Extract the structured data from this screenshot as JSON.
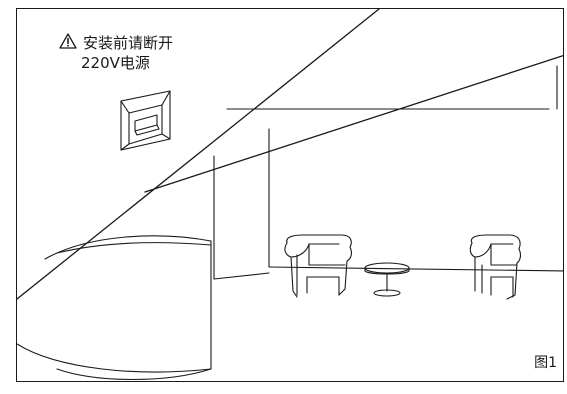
{
  "warning": {
    "icon": "warning-triangle-icon",
    "line1": "安装前请断开",
    "line2": "220V电源"
  },
  "figure_label": "图1",
  "colors": {
    "stroke": "#1a1a1a",
    "background": "#ffffff"
  }
}
